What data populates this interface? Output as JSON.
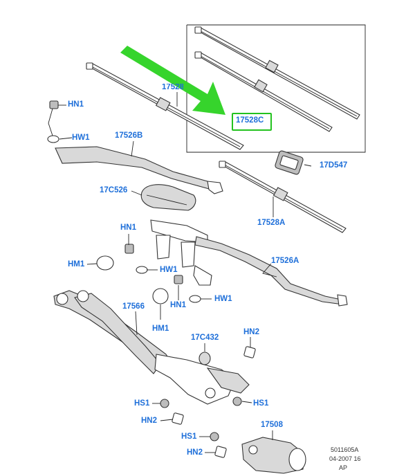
{
  "callouts": {
    "hn1_a": "HN1",
    "hw1_a": "HW1",
    "c17528_top": "17528",
    "c17528c": "17528C",
    "c17526b": "17526B",
    "c17d547": "17D547",
    "c17c526": "17C526",
    "c17528a": "17528A",
    "hn1_b": "HN1",
    "hm1_a": "HM1",
    "hw1_b": "HW1",
    "c17526a": "17526A",
    "hn1_c": "HN1",
    "hw1_c": "HW1",
    "c17566": "17566",
    "hm1_b": "HM1",
    "c17c432": "17C432",
    "hn2_a": "HN2",
    "hs1_a": "HS1",
    "hs1_b": "HS1",
    "hn2_b": "HN2",
    "c17508": "17508",
    "hs1_c": "HS1",
    "hn2_c": "HN2"
  },
  "reference": {
    "line1": "5011605A",
    "line2": "04-2007 16",
    "line3": "AP"
  },
  "colors": {
    "callout": "#1e6fd9",
    "highlight": "#22c21e",
    "arrow": "#36d42c"
  }
}
